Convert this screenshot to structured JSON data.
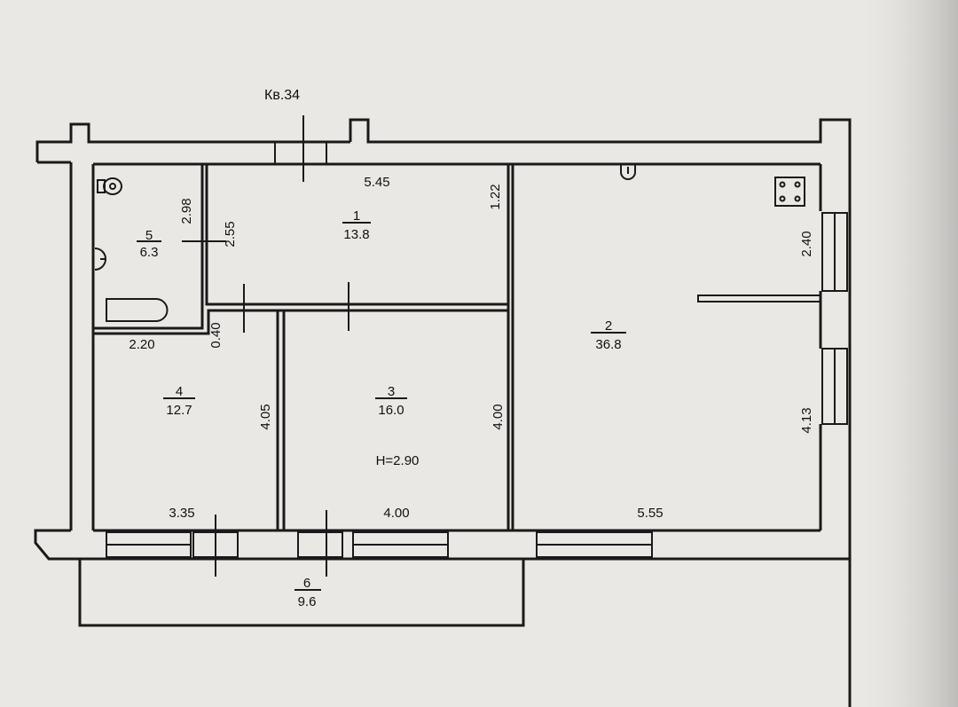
{
  "apartment_label": "Кв.34",
  "ceiling_height": "H=2.90",
  "rooms": [
    {
      "number": "1",
      "area": "13.8"
    },
    {
      "number": "2",
      "area": "36.8"
    },
    {
      "number": "3",
      "area": "16.0"
    },
    {
      "number": "4",
      "area": "12.7"
    },
    {
      "number": "5",
      "area": "6.3"
    },
    {
      "number": "6",
      "area": "9.6"
    }
  ],
  "dimensions": {
    "room1_width": "5.45",
    "room1_height": "2.55",
    "room1_side": "1.22",
    "room5_height": "2.98",
    "room5_width": "2.20",
    "partition": "0.40",
    "room4_width": "3.35",
    "room4_height": "4.05",
    "room3_width": "4.00",
    "room3_height": "4.00",
    "room2_width": "5.55",
    "room2_upper": "2.40",
    "room2_lower": "4.13"
  },
  "colors": {
    "paper": "#e9e8e5",
    "ink": "#1a1a1a"
  }
}
